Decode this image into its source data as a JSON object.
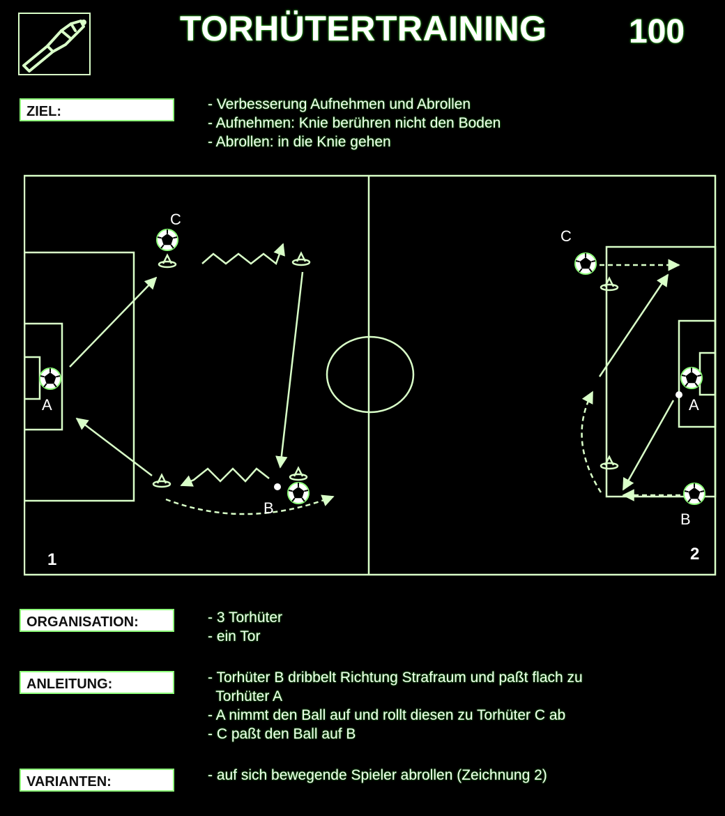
{
  "header": {
    "title": "TORHÜTERTRAINING",
    "number": "100",
    "logo_icon": "goalkeeper-glove-icon"
  },
  "ziel": {
    "label": "ZIEL:",
    "lines": [
      "- Verbesserung Aufnehmen und Abrollen",
      "- Aufnehmen: Knie berühren nicht den Boden",
      "- Abrollen: in die Knie gehen"
    ]
  },
  "diagram": {
    "left": {
      "number": "1",
      "players": {
        "a": "A",
        "b": "B",
        "c": "C"
      }
    },
    "right": {
      "number": "2",
      "players": {
        "a": "A",
        "b": "B",
        "c": "C"
      }
    }
  },
  "organisation": {
    "label": "ORGANISATION:",
    "lines": [
      "- 3 Torhüter",
      "- ein Tor"
    ]
  },
  "anleitung": {
    "label": "ANLEITUNG:",
    "lines": [
      "- Torhüter B dribbelt Richtung Strafraum und paßt flach zu",
      "  Torhüter A",
      "- A nimmt den Ball auf und rollt diesen zu Torhüter C ab",
      "- C paßt den Ball auf B"
    ]
  },
  "varianten": {
    "label": "VARIANTEN:",
    "lines": [
      "- auf sich bewegende Spieler abrollen (Zeichnung 2)"
    ]
  },
  "colors": {
    "background": "#000000",
    "line": "#d9ffc8",
    "glow": "#4cff3a",
    "label_bg": "#ffffff"
  }
}
